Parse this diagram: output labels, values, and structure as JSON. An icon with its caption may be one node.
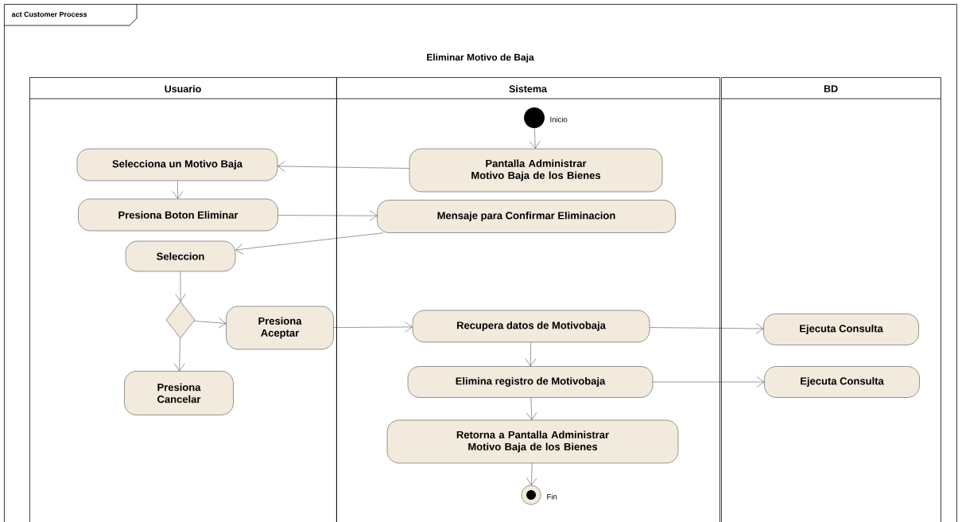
{
  "diagram": {
    "title": "Eliminar Motivo de Baja",
    "nodes": [
      {
        "text": [
          "act Customer Process"
        ]
      },
      {
        "text": [
          "Usuario"
        ],
        "in": 0
      },
      {
        "text": [
          "Sistema"
        ],
        "in": 0
      },
      {
        "text": [
          "BD"
        ],
        "in": 0
      },
      {
        "text": [],
        "shape": "circle",
        "beside": [
          "Inicio"
        ],
        "in": 2
      },
      {
        "text": [
          "Selecciona un Motivo Baja"
        ],
        "in": 1
      },
      {
        "text": [
          "Pantalla Administrar Motivo Baja de los Bienes"
        ],
        "in": 2
      },
      {
        "text": [
          "Presiona Boton Eliminar"
        ],
        "in": 1
      },
      {
        "text": [
          "Mensaje para Confirmar Eliminacion"
        ],
        "in": 2
      },
      {
        "text": [
          "Seleccion"
        ],
        "in": 1
      },
      {
        "text": [],
        "shape": "diamond",
        "in": 1
      },
      {
        "text": [
          "Presiona Aceptar"
        ],
        "in": 1
      },
      {
        "text": [
          "Presiona Cancelar"
        ],
        "in": 1
      },
      {
        "text": [
          "Recupera datos de Motivobaja"
        ],
        "in": 2
      },
      {
        "text": [
          "Ejecuta Consulta"
        ],
        "in": 3
      },
      {
        "text": [
          "Elimina registro de Motivobaja"
        ],
        "in": 2
      },
      {
        "text": [
          "Ejecuta Consulta"
        ],
        "in": 3
      },
      {
        "text": [
          "Retorna a Pantalla Administrar Motivo Baja de los Bienes"
        ],
        "in": 2
      },
      {
        "text": [],
        "shape": "circle",
        "beside": [
          "Fin"
        ],
        "in": 2
      }
    ],
    "edges": [
      {
        "from": 4,
        "to": 6,
        "arrow": "to"
      },
      {
        "from": 6,
        "to": 5,
        "arrow": "to"
      },
      {
        "from": 5,
        "to": 7,
        "arrow": "to"
      },
      {
        "from": 7,
        "to": 8,
        "arrow": "to"
      },
      {
        "from": 8,
        "to": 9,
        "arrow": "to"
      },
      {
        "from": 9,
        "to": 10,
        "arrow": "to"
      },
      {
        "from": 10,
        "to": 11,
        "arrow": "to"
      },
      {
        "from": 10,
        "to": 12,
        "arrow": "to"
      },
      {
        "from": 11,
        "to": 13,
        "arrow": "to"
      },
      {
        "from": 13,
        "to": 14,
        "arrow": "to"
      },
      {
        "from": 13,
        "to": 15,
        "arrow": "to"
      },
      {
        "from": 15,
        "to": 16,
        "arrow": "to"
      },
      {
        "from": 15,
        "to": 17,
        "arrow": "to"
      },
      {
        "from": 17,
        "to": 18,
        "arrow": "to"
      }
    ]
  }
}
